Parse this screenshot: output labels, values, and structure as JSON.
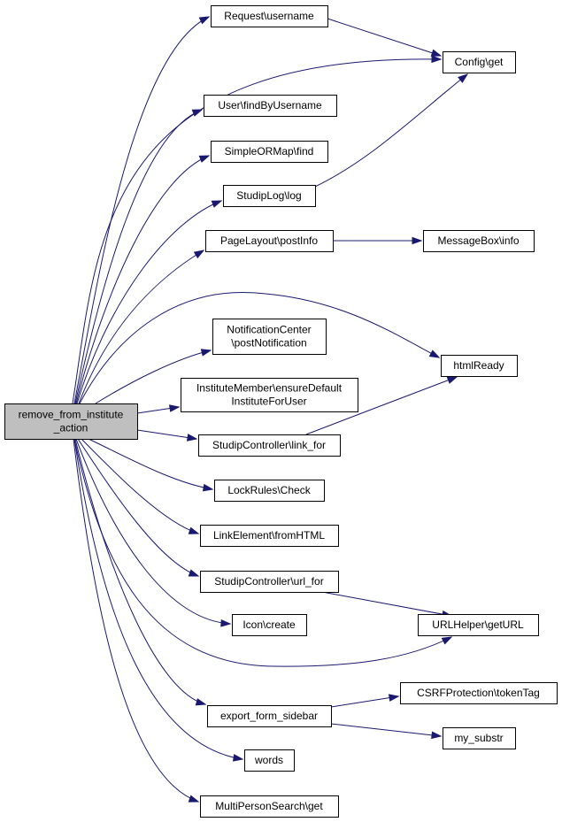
{
  "graph": {
    "root": {
      "lines": [
        "remove_from_institute",
        "_action"
      ]
    },
    "callees": [
      {
        "id": "request_username",
        "lines": [
          "Request\\username"
        ]
      },
      {
        "id": "config_get",
        "lines": [
          "Config\\get"
        ]
      },
      {
        "id": "user_findbyusername",
        "lines": [
          "User\\findByUsername"
        ]
      },
      {
        "id": "simpleormap_find",
        "lines": [
          "SimpleORMap\\find"
        ]
      },
      {
        "id": "studiplog_log",
        "lines": [
          "StudipLog\\log"
        ]
      },
      {
        "id": "pagelayout_postinfo",
        "lines": [
          "PageLayout\\postInfo"
        ]
      },
      {
        "id": "messagebox_info",
        "lines": [
          "MessageBox\\info"
        ]
      },
      {
        "id": "notificationcenter_postnotification",
        "lines": [
          "NotificationCenter",
          "\\postNotification"
        ]
      },
      {
        "id": "htmlready",
        "lines": [
          "htmlReady"
        ]
      },
      {
        "id": "institutemember_ensuredefault",
        "lines": [
          "InstituteMember\\ensureDefault",
          "InstituteForUser"
        ]
      },
      {
        "id": "studipcontroller_link_for",
        "lines": [
          "StudipController\\link_for"
        ]
      },
      {
        "id": "lockrules_check",
        "lines": [
          "LockRules\\Check"
        ]
      },
      {
        "id": "linkelement_fromhtml",
        "lines": [
          "LinkElement\\fromHTML"
        ]
      },
      {
        "id": "studipcontroller_url_for",
        "lines": [
          "StudipController\\url_for"
        ]
      },
      {
        "id": "icon_create",
        "lines": [
          "Icon\\create"
        ]
      },
      {
        "id": "urlhelper_geturl",
        "lines": [
          "URLHelper\\getURL"
        ]
      },
      {
        "id": "export_form_sidebar",
        "lines": [
          "export_form_sidebar"
        ]
      },
      {
        "id": "csrfprotection_tokentag",
        "lines": [
          "CSRFProtection\\tokenTag"
        ]
      },
      {
        "id": "my_substr",
        "lines": [
          "my_substr"
        ]
      },
      {
        "id": "words",
        "lines": [
          "words"
        ]
      },
      {
        "id": "multipersonsearch_get",
        "lines": [
          "MultiPersonSearch\\get"
        ]
      }
    ],
    "edges": [
      [
        "root",
        "request_username"
      ],
      [
        "root",
        "config_get"
      ],
      [
        "root",
        "user_findbyusername"
      ],
      [
        "root",
        "simpleormap_find"
      ],
      [
        "root",
        "studiplog_log"
      ],
      [
        "root",
        "pagelayout_postinfo"
      ],
      [
        "root",
        "htmlready"
      ],
      [
        "root",
        "notificationcenter_postnotification"
      ],
      [
        "root",
        "institutemember_ensuredefault"
      ],
      [
        "root",
        "studipcontroller_link_for"
      ],
      [
        "root",
        "lockrules_check"
      ],
      [
        "root",
        "linkelement_fromhtml"
      ],
      [
        "root",
        "studipcontroller_url_for"
      ],
      [
        "root",
        "icon_create"
      ],
      [
        "root",
        "urlhelper_geturl"
      ],
      [
        "root",
        "export_form_sidebar"
      ],
      [
        "root",
        "words"
      ],
      [
        "root",
        "multipersonsearch_get"
      ],
      [
        "request_username",
        "config_get"
      ],
      [
        "studiplog_log",
        "config_get"
      ],
      [
        "pagelayout_postinfo",
        "messagebox_info"
      ],
      [
        "studipcontroller_link_for",
        "htmlready"
      ],
      [
        "studipcontroller_url_for",
        "urlhelper_geturl"
      ],
      [
        "export_form_sidebar",
        "csrfprotection_tokentag"
      ],
      [
        "export_form_sidebar",
        "my_substr"
      ]
    ],
    "colors": {
      "edge": "#191970",
      "root_fill": "#bfbfbf",
      "node_fill": "#ffffff"
    }
  }
}
